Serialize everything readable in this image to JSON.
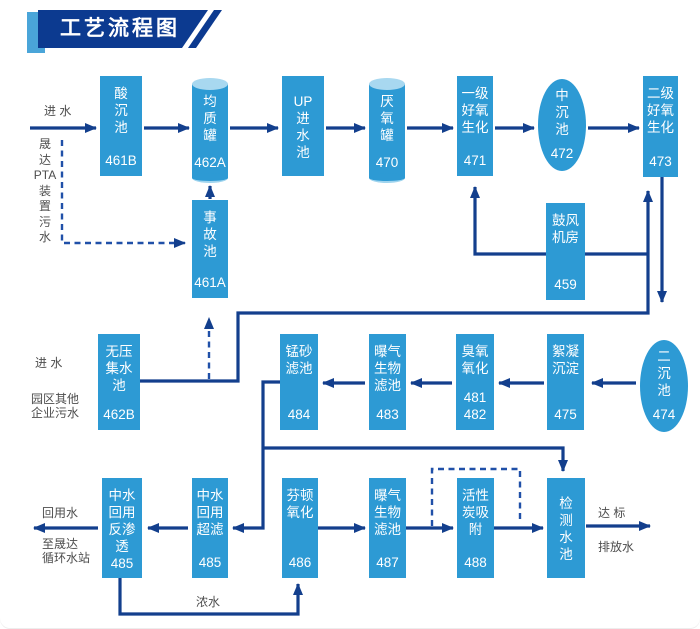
{
  "title": "工艺流程图",
  "colors": {
    "node_fill": "#2D9AD4",
    "cylinder_top": "#A8D8F0",
    "arrow_solid": "#133F8D",
    "arrow_dashed": "#2050A8",
    "banner_dark": "#0C3A90",
    "banner_light": "#4AA5D9",
    "annotation_text": "#4d4d4d",
    "node_text": "#ffffff"
  },
  "nodes": {
    "suan": {
      "label": "酸\n沉\n池",
      "num": "461B"
    },
    "junzhi": {
      "label": "均\n质\n罐",
      "num": "462A"
    },
    "up": {
      "label": "UP\n进\n水\n池",
      "num": ""
    },
    "yanyang": {
      "label": "厌\n氧\n罐",
      "num": "470"
    },
    "haoyang1": {
      "label": "一级\n好氧\n生化",
      "num": "471"
    },
    "zhongchen": {
      "label": "中\n沉\n池",
      "num": "472"
    },
    "haoyang2": {
      "label": "二级\n好氧\n生化",
      "num": "473"
    },
    "shigu": {
      "label": "事\n故\n池",
      "num": "461A"
    },
    "gufeng": {
      "label": "鼓风\n机房",
      "num": "459"
    },
    "wuya": {
      "label": "无压\n集水\n池",
      "num": "462B"
    },
    "mengsha": {
      "label": "锰砂\n滤池",
      "num": "484"
    },
    "baoqi1": {
      "label": "曝气\n生物\n滤池",
      "num": "483"
    },
    "chouyang": {
      "label": "臭氧\n氧化",
      "num": "481\n482"
    },
    "xuning": {
      "label": "絮凝\n沉淀",
      "num": "475"
    },
    "erchen": {
      "label": "二\n沉\n池",
      "num": "474"
    },
    "fanshentou": {
      "label": "中水\n回用\n反渗\n透",
      "num": "485"
    },
    "chaolv": {
      "label": "中水\n回用\n超滤",
      "num": "485"
    },
    "fenton": {
      "label": "芬顿\n氧化",
      "num": "486"
    },
    "baoqi2": {
      "label": "曝气\n生物\n滤池",
      "num": "487"
    },
    "huoxingtan": {
      "label": "活性\n炭吸\n附",
      "num": "488"
    },
    "jiance": {
      "label": "检\n测\n水\n池",
      "num": ""
    }
  },
  "labels": {
    "inlet1": "进 水",
    "source1": "晟\n达\nPTA\n装\n置\n污\n水",
    "inlet2": "进 水",
    "source2": "园区其他\n企业污水",
    "reuse": "回用水",
    "reuse_dest": "至晟达\n循环水站",
    "concentrate": "浓水",
    "standard": "达 标",
    "discharge": "排放水"
  }
}
